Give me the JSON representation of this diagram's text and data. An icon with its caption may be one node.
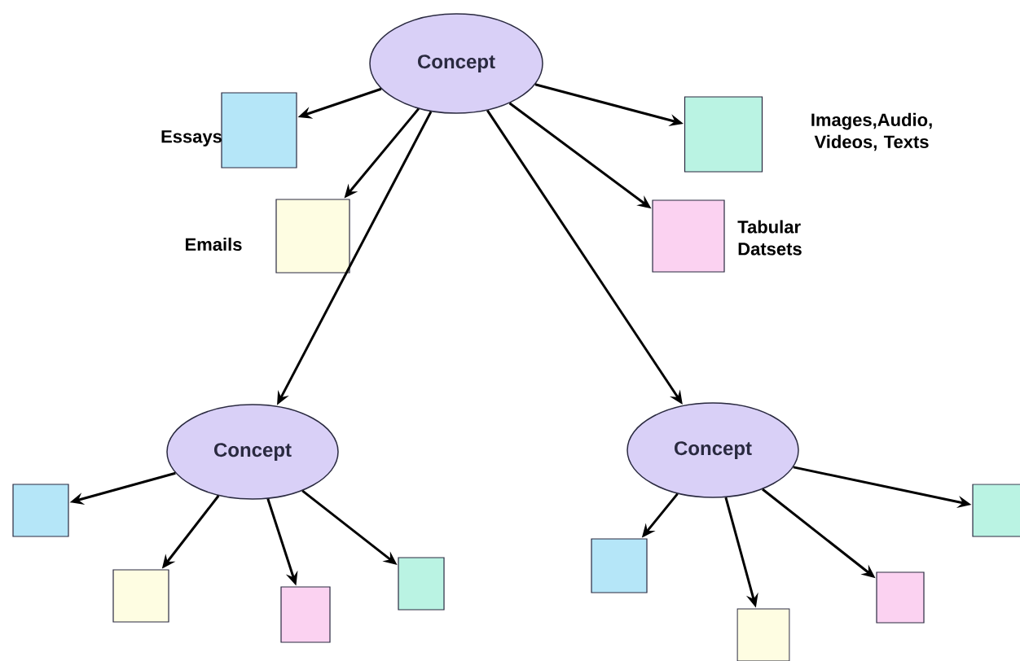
{
  "diagram": {
    "nodes": [
      {
        "text": [
          "Concept"
        ]
      },
      {
        "text": [],
        "shape": "box",
        "beside": [
          "Essays"
        ]
      },
      {
        "text": [],
        "shape": "box",
        "beside": [
          "Emails"
        ]
      },
      {
        "text": [],
        "shape": "box",
        "beside": [
          "Images,Audio, Videos, Texts"
        ]
      },
      {
        "text": [],
        "shape": "box",
        "beside": [
          "Tabular Datsets"
        ]
      },
      {
        "text": [
          "Concept"
        ]
      },
      {
        "text": [
          "Concept"
        ]
      },
      {
        "text": [],
        "shape": "box"
      },
      {
        "text": [],
        "shape": "box"
      },
      {
        "text": [],
        "shape": "box"
      },
      {
        "text": [],
        "shape": "box"
      },
      {
        "text": [],
        "shape": "box"
      },
      {
        "text": [],
        "shape": "box"
      },
      {
        "text": [],
        "shape": "box"
      },
      {
        "text": [],
        "shape": "box"
      }
    ],
    "edges": [
      {
        "from": 0,
        "to": 1,
        "arrow": "to"
      },
      {
        "from": 0,
        "to": 2,
        "arrow": "to"
      },
      {
        "from": 0,
        "to": 3,
        "arrow": "to"
      },
      {
        "from": 0,
        "to": 4,
        "arrow": "to"
      },
      {
        "from": 0,
        "to": 5,
        "arrow": "to"
      },
      {
        "from": 0,
        "to": 6,
        "arrow": "to"
      },
      {
        "from": 5,
        "to": 7,
        "arrow": "to"
      },
      {
        "from": 5,
        "to": 8,
        "arrow": "to"
      },
      {
        "from": 5,
        "to": 9,
        "arrow": "to"
      },
      {
        "from": 5,
        "to": 10,
        "arrow": "to"
      },
      {
        "from": 6,
        "to": 11,
        "arrow": "to"
      },
      {
        "from": 6,
        "to": 12,
        "arrow": "to"
      },
      {
        "from": 6,
        "to": 13,
        "arrow": "to"
      },
      {
        "from": 6,
        "to": 14,
        "arrow": "to"
      }
    ]
  }
}
